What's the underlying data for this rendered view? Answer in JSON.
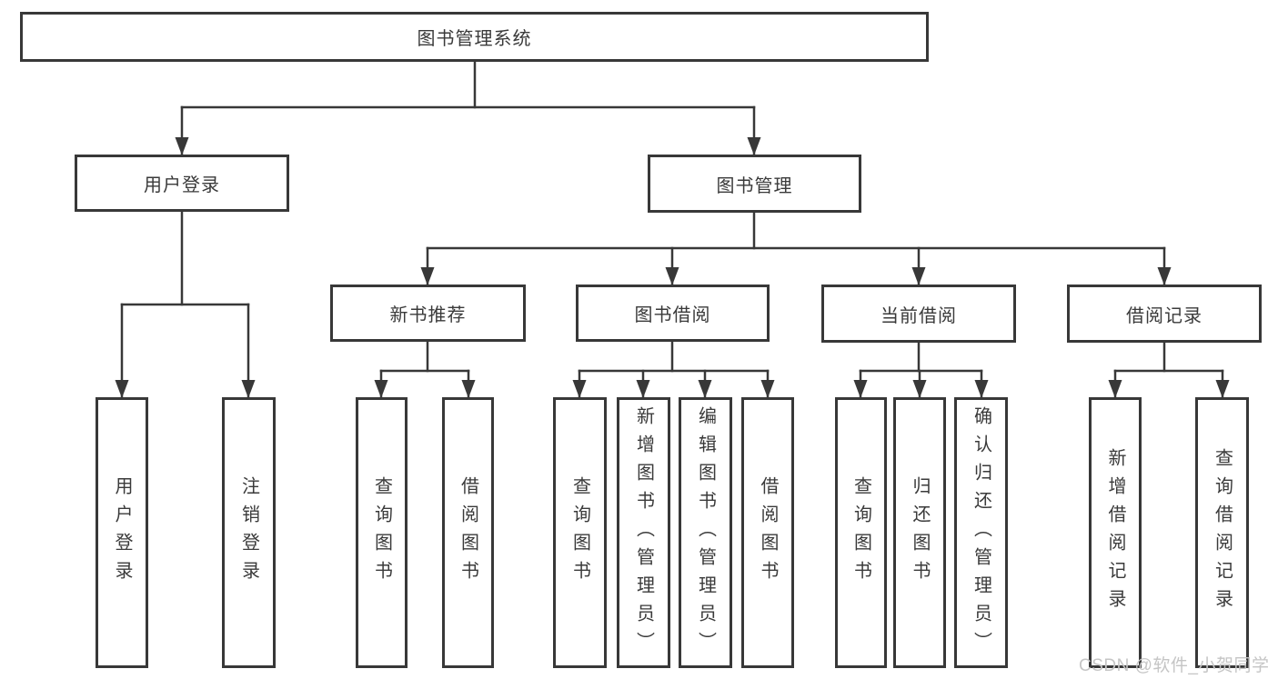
{
  "diagram": {
    "root": {
      "label": "图书管理系统"
    },
    "level2": [
      {
        "label": "用户登录"
      },
      {
        "label": "图书管理"
      }
    ],
    "level3": [
      {
        "label": "新书推荐"
      },
      {
        "label": "图书借阅"
      },
      {
        "label": "当前借阅"
      },
      {
        "label": "借阅记录"
      }
    ],
    "leaves": [
      {
        "label": "用户登录",
        "parent": "用户登录"
      },
      {
        "label": "注销登录",
        "parent": "用户登录"
      },
      {
        "label": "查询图书",
        "parent": "新书推荐"
      },
      {
        "label": "借阅图书",
        "parent": "新书推荐"
      },
      {
        "label": "查询图书",
        "parent": "图书借阅"
      },
      {
        "label": "新增图书（管理员）",
        "parent": "图书借阅"
      },
      {
        "label": "编辑图书（管理员）",
        "parent": "图书借阅"
      },
      {
        "label": "借阅图书",
        "parent": "图书借阅"
      },
      {
        "label": "查询图书",
        "parent": "当前借阅"
      },
      {
        "label": "归还图书",
        "parent": "当前借阅"
      },
      {
        "label": "确认归还（管理员）",
        "parent": "当前借阅"
      },
      {
        "label": "新增借阅记录",
        "parent": "借阅记录"
      },
      {
        "label": "查询借阅记录",
        "parent": "借阅记录"
      }
    ],
    "watermark": {
      "text": "CSDN @软件_小贺同学"
    },
    "colors": {
      "line": "#383838",
      "text": "#3a3a3a",
      "background": "#ffffff",
      "watermark": "#c5c5c5"
    }
  }
}
